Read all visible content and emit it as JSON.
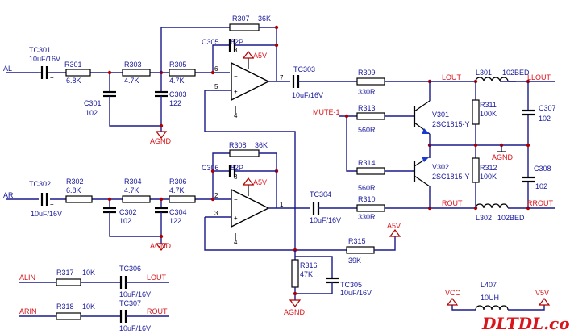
{
  "nets": {
    "al": "AL",
    "ar": "AR",
    "mute": "MUTE-1",
    "lout": "LOUT",
    "rout": "ROUT",
    "llout": "LLOUT",
    "rrout": "RROUT",
    "agnd": "AGND",
    "a5v": "A5V",
    "alin": "ALIN",
    "arin": "ARIN",
    "vcc": "VCC",
    "v5v": "V5V"
  },
  "components": {
    "tc301": {
      "ref": "TC301",
      "value": "10uF/16V"
    },
    "tc302": {
      "ref": "TC302",
      "value": "10uF/16V"
    },
    "tc303": {
      "ref": "TC303",
      "value": "10uF/16V"
    },
    "tc304": {
      "ref": "TC304",
      "value": "10uF/16V"
    },
    "tc305": {
      "ref": "TC305",
      "value": "10uF/16V"
    },
    "tc306": {
      "ref": "TC306",
      "value": "10uF/16V"
    },
    "tc307": {
      "ref": "TC307",
      "value": "10uF/16V"
    },
    "r301": {
      "ref": "R301",
      "value": "6.8K"
    },
    "r302": {
      "ref": "R302",
      "value": "6.8K"
    },
    "r303": {
      "ref": "R303",
      "value": "4.7K"
    },
    "r304": {
      "ref": "R304",
      "value": "4.7K"
    },
    "r305": {
      "ref": "R305",
      "value": "4.7K"
    },
    "r306": {
      "ref": "R306",
      "value": "4.7K"
    },
    "r307": {
      "ref": "R307",
      "value": "36K"
    },
    "r308": {
      "ref": "R308",
      "value": "36K"
    },
    "r309": {
      "ref": "R309",
      "value": "330R"
    },
    "r310": {
      "ref": "R310",
      "value": "330R"
    },
    "r311": {
      "ref": "R311",
      "value": "100K"
    },
    "r312": {
      "ref": "R312",
      "value": "100K"
    },
    "r313": {
      "ref": "R313",
      "value": "560R"
    },
    "r314": {
      "ref": "R314",
      "value": "560R"
    },
    "r315": {
      "ref": "R315",
      "value": "39K"
    },
    "r316": {
      "ref": "R316",
      "value": "47K"
    },
    "r317": {
      "ref": "R317",
      "value": "10K"
    },
    "r318": {
      "ref": "R318",
      "value": "10K"
    },
    "c301": {
      "ref": "C301",
      "value": "102"
    },
    "c302": {
      "ref": "C302",
      "value": "102"
    },
    "c303": {
      "ref": "C303",
      "value": "122"
    },
    "c304": {
      "ref": "C304",
      "value": "122"
    },
    "c305": {
      "ref": "C305",
      "value": "82P"
    },
    "c306": {
      "ref": "C306",
      "value": "82P"
    },
    "c307": {
      "ref": "C307",
      "value": "102"
    },
    "c308": {
      "ref": "C308",
      "value": "102"
    },
    "v301": {
      "ref": "V301",
      "value": "2SC1815-Y"
    },
    "v302": {
      "ref": "V302",
      "value": "2SC1815-Y"
    },
    "l301": {
      "ref": "L301",
      "value": "102BED"
    },
    "l302": {
      "ref": "L302",
      "value": "102BED"
    },
    "l407": {
      "ref": "L407",
      "value": "10UH"
    }
  },
  "pins": {
    "p1": "1",
    "p2": "2",
    "p3": "3",
    "p4": "4",
    "p5": "5",
    "p6": "6",
    "p7": "7",
    "p8": "8",
    "p4b": "4",
    "p8b": "8"
  },
  "watermark": "DLTDL.com"
}
